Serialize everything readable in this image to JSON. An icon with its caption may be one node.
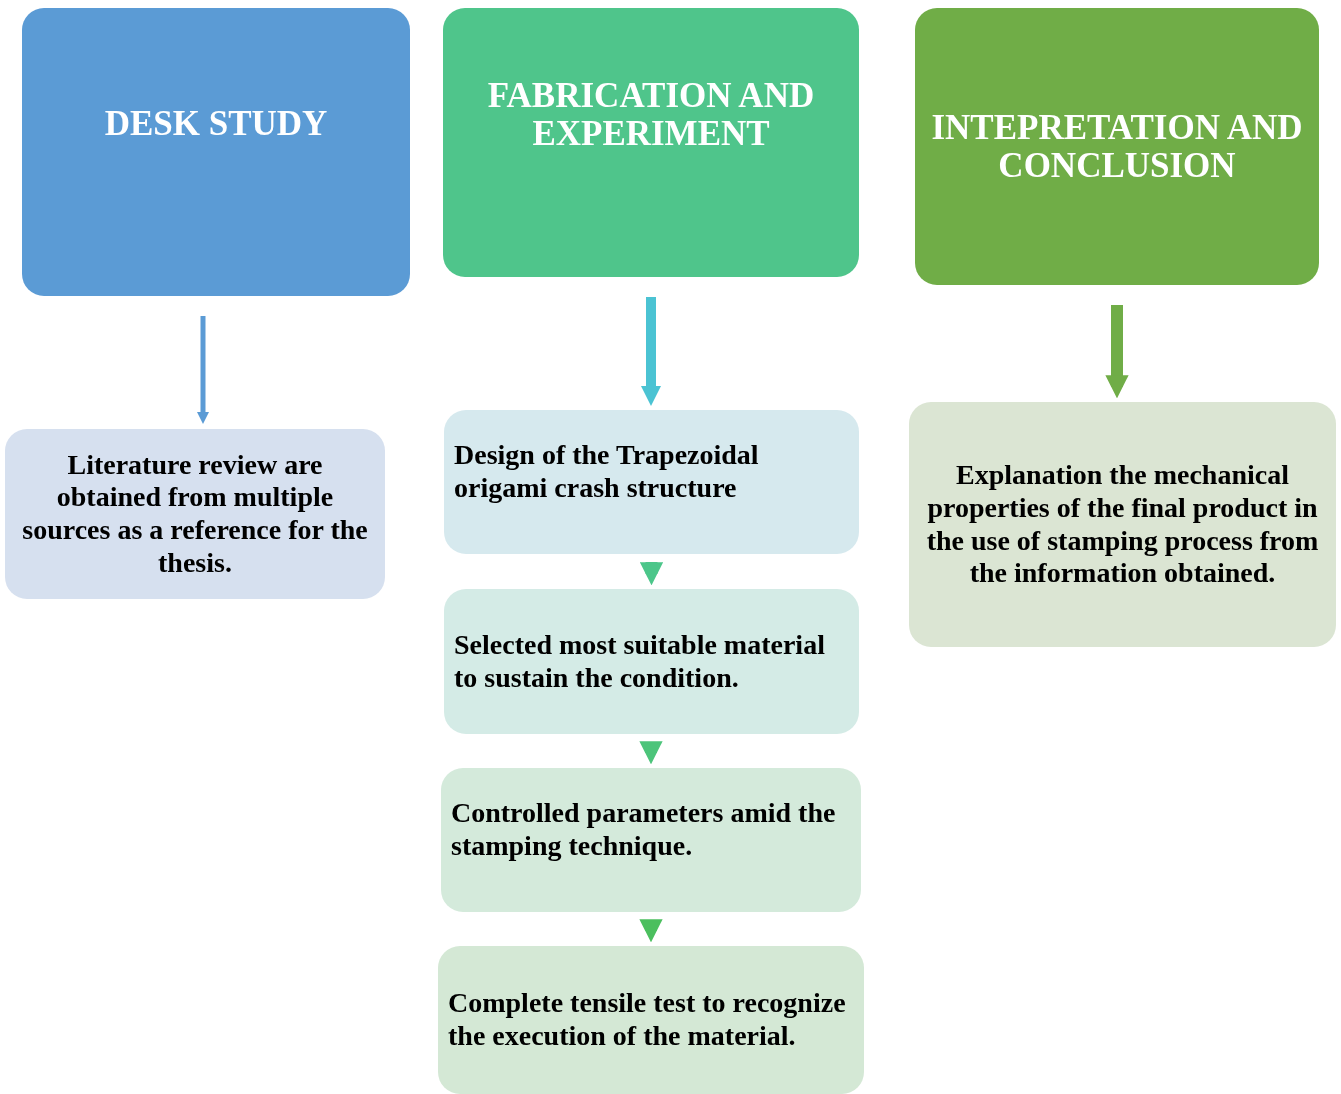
{
  "diagram": {
    "nodes": [
      {
        "text": [
          "DESK STUDY"
        ]
      },
      {
        "text": [
          "FABRICATION AND EXPERIMENT"
        ]
      },
      {
        "text": [
          "INTEPRETATION AND CONCLUSION"
        ]
      },
      {
        "text": [
          "Literature review are obtained from multiple sources as a reference for the thesis."
        ]
      },
      {
        "text": [
          "Design of the Trapezoidal origami crash structure"
        ]
      },
      {
        "text": [
          "Selected most suitable material to sustain the condition."
        ]
      },
      {
        "text": [
          "Controlled parameters amid the stamping technique."
        ]
      },
      {
        "text": [
          "Complete tensile test to recognize the execution of the material."
        ]
      },
      {
        "text": [
          "Explanation the mechanical properties of the final product in the use of stamping process from the information obtained."
        ]
      }
    ],
    "edges": [
      {
        "from": 0,
        "to": 3,
        "arrow": "to",
        "color": "#5b9bd5"
      },
      {
        "from": 1,
        "to": 4,
        "arrow": "to",
        "color": "#4bc3d3"
      },
      {
        "from": 2,
        "to": 8,
        "arrow": "to",
        "color": "#70ad47"
      },
      {
        "from": 4,
        "to": 5,
        "arrow": "to",
        "color": "#4cc68a"
      },
      {
        "from": 5,
        "to": 6,
        "arrow": "to",
        "color": "#4cc47a"
      },
      {
        "from": 6,
        "to": 7,
        "arrow": "to",
        "color": "#4bbf5e"
      }
    ]
  }
}
